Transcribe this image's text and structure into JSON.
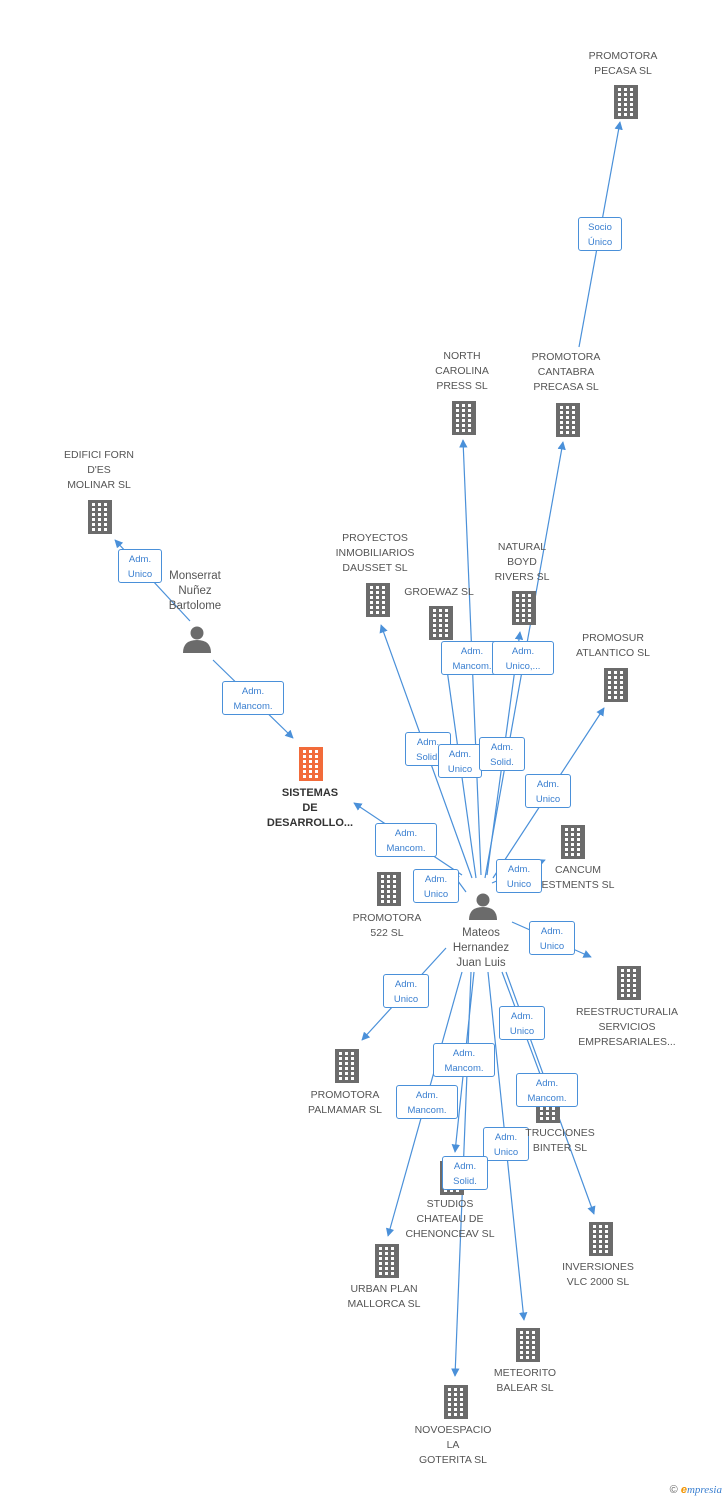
{
  "colors": {
    "edge": "#4a90d9",
    "building": "#6b6b6b",
    "focus": "#f26b3a",
    "person": "#6b6b6b",
    "label": "#555555"
  },
  "nodes": [
    {
      "id": "pecasa",
      "kind": "company",
      "label": "PROMOTORA\nPECASA  SL"
    },
    {
      "id": "cantabra",
      "kind": "company",
      "label": "PROMOTORA\nCANTABRA\nPRECASA SL"
    },
    {
      "id": "northcarolina",
      "kind": "company",
      "label": "NORTH\nCAROLINA\nPRESS SL"
    },
    {
      "id": "edifici",
      "kind": "company",
      "label": "EDIFICI FORN\nD'ES\nMOLINAR SL"
    },
    {
      "id": "monserrat",
      "kind": "person",
      "label": "Monserrat\nNuñez\nBartolome"
    },
    {
      "id": "sistemas",
      "kind": "focus",
      "label": "SISTEMAS\nDE\nDESARROLLO..."
    },
    {
      "id": "proyectos",
      "kind": "company",
      "label": "PROYECTOS\nINMOBILIARIOS\nDAUSSET SL"
    },
    {
      "id": "groewaz",
      "kind": "company",
      "label": "GROEWAZ SL"
    },
    {
      "id": "naturalboyd",
      "kind": "company",
      "label": "NATURAL\nBOYD\nRIVERS SL"
    },
    {
      "id": "promosur",
      "kind": "company",
      "label": "PROMOSUR\nATLANTICO SL"
    },
    {
      "id": "cancum",
      "kind": "company",
      "label": "CANCUM\nESTMENTS SL"
    },
    {
      "id": "promotora522",
      "kind": "company",
      "label": "PROMOTORA\n522 SL"
    },
    {
      "id": "mateos",
      "kind": "person",
      "label": "Mateos\nHernandez\nJuan Luis"
    },
    {
      "id": "reestructuralia",
      "kind": "company",
      "label": "REESTRUCTURALIA\nSERVICIOS\nEMPRESARIALES..."
    },
    {
      "id": "palmamar",
      "kind": "company",
      "label": "PROMOTORA\nPALMAMAR SL"
    },
    {
      "id": "construcciones",
      "kind": "company",
      "label": "TRUCCIONES\nBINTER SL"
    },
    {
      "id": "studios",
      "kind": "company",
      "label": "STUDIOS\nCHATEAU DE\nCHENONCEAV SL"
    },
    {
      "id": "inversiones",
      "kind": "company",
      "label": "INVERSIONES\nVLC 2000 SL"
    },
    {
      "id": "urbanplan",
      "kind": "company",
      "label": "URBAN PLAN\nMALLORCA SL"
    },
    {
      "id": "meteorito",
      "kind": "company",
      "label": "METEORITO\nBALEAR SL"
    },
    {
      "id": "novoespacio",
      "kind": "company",
      "label": "NOVOESPACIO\nLA\nGOTERITA SL"
    }
  ],
  "edges": [
    {
      "id": "e-cantabra-pecasa",
      "from": "cantabra",
      "to": "pecasa",
      "label": "Socio\nÚnico"
    },
    {
      "id": "e-monserrat-edifici",
      "from": "monserrat",
      "to": "edifici",
      "label": "Adm.\nUnico"
    },
    {
      "id": "e-monserrat-sistemas",
      "from": "monserrat",
      "to": "sistemas",
      "label": "Adm.\nMancom."
    },
    {
      "id": "e-mateos-sistemas",
      "from": "mateos",
      "to": "sistemas",
      "label": "Adm.\nMancom."
    },
    {
      "id": "e-mateos-proyectos",
      "from": "mateos",
      "to": "proyectos",
      "label": "Adm.\nSolid."
    },
    {
      "id": "e-mateos-groewaz",
      "from": "mateos",
      "to": "groewaz",
      "label": "Adm.\nUnico"
    },
    {
      "id": "e-mateos-northcarolina",
      "from": "mateos",
      "to": "northcarolina",
      "label": "Adm.\nMancom."
    },
    {
      "id": "e-mateos-naturalboyd",
      "from": "mateos",
      "to": "naturalboyd",
      "label": "Adm.\nUnico,..."
    },
    {
      "id": "e-mateos-cantabra",
      "from": "mateos",
      "to": "cantabra",
      "label": "Adm.\nSolid."
    },
    {
      "id": "e-mateos-promosur",
      "from": "mateos",
      "to": "promosur",
      "label": "Adm.\nUnico"
    },
    {
      "id": "e-mateos-cancum",
      "from": "mateos",
      "to": "cancum",
      "label": "Adm.\nUnico"
    },
    {
      "id": "e-mateos-promotora522",
      "from": "mateos",
      "to": "promotora522",
      "label": "Adm.\nUnico"
    },
    {
      "id": "e-mateos-reestructuralia",
      "from": "mateos",
      "to": "reestructuralia",
      "label": "Adm.\nUnico"
    },
    {
      "id": "e-mateos-palmamar",
      "from": "mateos",
      "to": "palmamar",
      "label": "Adm.\nUnico"
    },
    {
      "id": "e-mateos-construcciones-1",
      "from": "mateos",
      "to": "construcciones",
      "label": "Adm.\nUnico"
    },
    {
      "id": "e-mateos-studios",
      "from": "mateos",
      "to": "studios",
      "label": "Adm.\nMancom."
    },
    {
      "id": "e-mateos-construcciones-2",
      "from": "mateos",
      "to": "inversiones",
      "label": "Adm.\nMancom."
    },
    {
      "id": "e-mateos-urbanplan",
      "from": "mateos",
      "to": "urbanplan",
      "label": "Adm.\nMancom."
    },
    {
      "id": "e-mateos-meteorito",
      "from": "mateos",
      "to": "meteorito",
      "label": "Adm.\nUnico"
    },
    {
      "id": "e-mateos-novoespacio",
      "from": "mateos",
      "to": "novoespacio",
      "label": "Adm.\nSolid."
    }
  ],
  "footer": {
    "copyright": "©",
    "brand_e": "e",
    "brand_rest": "mpresia"
  }
}
